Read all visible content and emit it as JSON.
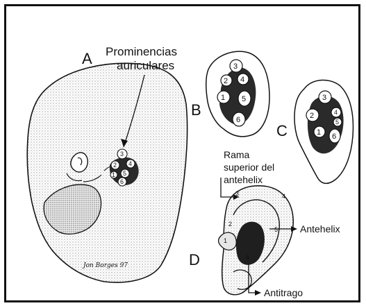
{
  "labels": {
    "panel_a": "A",
    "panel_b": "B",
    "panel_c": "C",
    "panel_d": "D",
    "title_line1": "Prominencias",
    "title_line2": "auriculares",
    "rama_line1": "Rama",
    "rama_line2": "superior del",
    "rama_line3": "antehelix",
    "antehelix": "Antehelix",
    "antitrago": "Antitrago",
    "signature": "Jon Borges 97"
  },
  "hillocks": [
    "1",
    "2",
    "3",
    "4",
    "5",
    "6"
  ],
  "colors": {
    "ink": "#111111",
    "shade": "#cfcfcf",
    "dark_shade": "#2a2a2a",
    "paper": "#ffffff"
  }
}
